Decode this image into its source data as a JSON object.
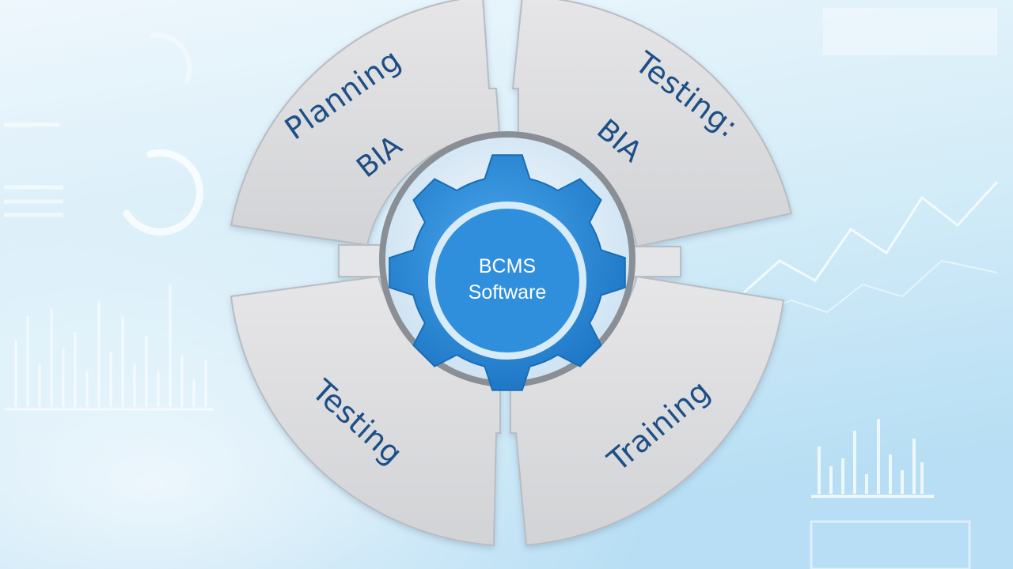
{
  "hub": {
    "line1": "BCMS",
    "line2": "Software"
  },
  "quadrants": {
    "top_left": {
      "title": "Planning",
      "subtitle": "BIA"
    },
    "top_right": {
      "title": "Testing:",
      "subtitle": "BIA"
    },
    "bottom_left": {
      "title": "Testing",
      "subtitle": ""
    },
    "bottom_right": {
      "title": "Training",
      "subtitle": ""
    }
  },
  "colors": {
    "background_top": "#e8f4fb",
    "background_bottom": "#bfe3f6",
    "segment_fill": "#dcdcde",
    "segment_stroke": "#b9bcc2",
    "label_text": "#1d4f86",
    "gear_blue": "#2f8fdc",
    "gear_dark": "#1f74bf",
    "hub_ring": "#7a7f86"
  },
  "icons": {
    "center": "gear-icon",
    "decor": [
      "ring-chart-icon",
      "bar-chart-icon",
      "line-chart-icon"
    ]
  }
}
